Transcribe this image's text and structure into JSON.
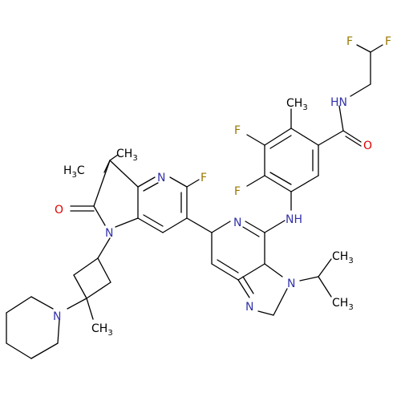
{
  "molecule": {
    "colors": {
      "bond": "#000000",
      "nitrogen": "#3333aa",
      "oxygen": "#dd0000",
      "fluorine": "#9a7700",
      "carbon": "#000000"
    },
    "labels": {
      "F1": "F",
      "F2": "F",
      "HN": "HN",
      "O1": "O",
      "CH3_a": "CH",
      "F3": "F",
      "F4": "F",
      "H3C": "H",
      "CH3_b": "CH",
      "N_py": "N",
      "F5": "F",
      "O2": "O",
      "NH": "NH",
      "N_ring": "N",
      "N1": "N",
      "N_iso": "N",
      "CH3_c": "CH",
      "CH3_d": "CH",
      "N_im": "N",
      "N_pip": "N",
      "CH3_e": "CH",
      "sub3": "3",
      "c3": "C"
    }
  }
}
